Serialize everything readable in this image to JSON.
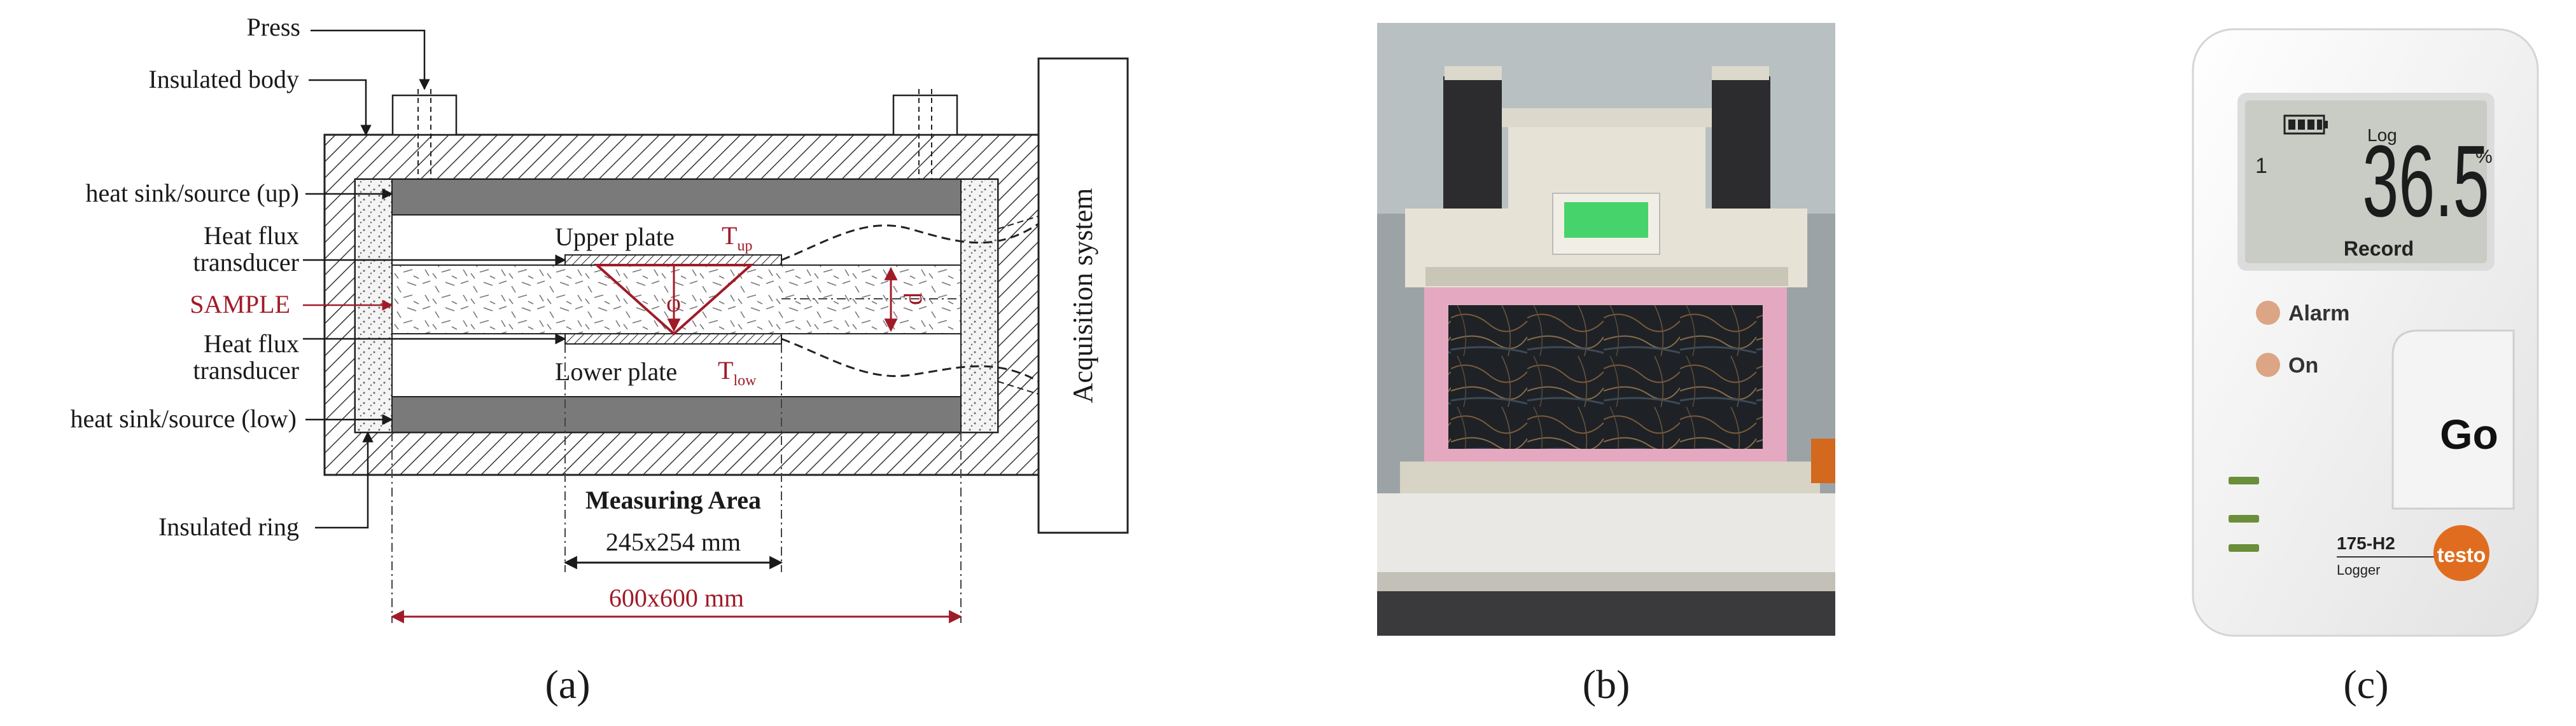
{
  "panel_a": {
    "press": "Press",
    "insulated_body": "Insulated body",
    "sink_up": "heat sink/source (up)",
    "hft_top_1": "Heat flux",
    "hft_top_2": "transducer",
    "sample": "SAMPLE",
    "hft_bot_1": "Heat flux",
    "hft_bot_2": "transducer",
    "sink_low": "heat sink/source (low)",
    "insulated_ring": "Insulated ring",
    "upper_plate": "Upper plate",
    "t_up_main": "T",
    "t_up_sub": "up",
    "lower_plate": "Lower plate",
    "t_low_main": "T",
    "t_low_sub": "low",
    "phi": "φ",
    "d": "d",
    "measuring_area": "Measuring Area",
    "measuring_dims": "245x254 mm",
    "total_dims": "600x600 mm",
    "acquisition": "Acquisition system",
    "caption": "(a)"
  },
  "panel_b": {
    "caption": "(b)"
  },
  "panel_c": {
    "log": "Log",
    "index": "1",
    "reading": "36.5",
    "unit": "%",
    "record": "Record",
    "alarm": "Alarm",
    "on": "On",
    "go": "Go",
    "model": "175-H2",
    "logger": "Logger",
    "brand": "testo",
    "caption": "(c)"
  },
  "colors": {
    "accent_red": "#a01b28",
    "plate_gray": "#7a7a7a",
    "lcd_bg": "#c9ccc5",
    "brand_orange": "#e06d1f",
    "led_orange": "#dca585"
  }
}
